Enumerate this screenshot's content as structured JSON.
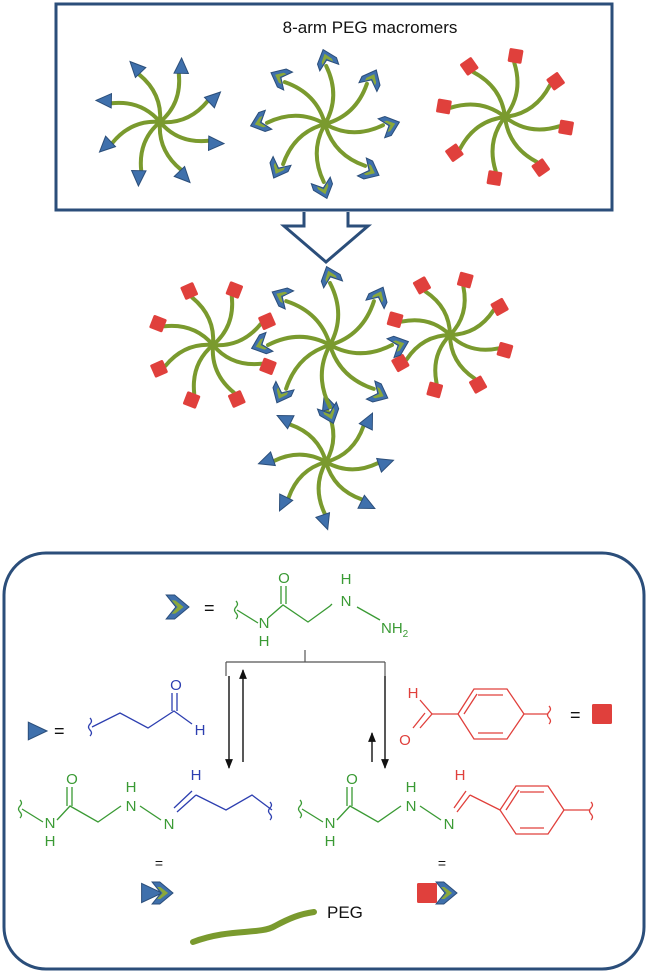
{
  "top_panel": {
    "title": "8-arm PEG macromers"
  },
  "legend": {
    "equals": "=",
    "double_bar": "=",
    "peg_label": "PEG",
    "hydrazide": {
      "O": "O",
      "N1": "N",
      "H1": "H",
      "NH_a": "H",
      "NH_b": "N",
      "NH2": "NH",
      "sub2": "2"
    },
    "aldehyde": {
      "O": "O",
      "H": "H"
    },
    "benzaldehyde": {
      "H": "H",
      "O": "O"
    },
    "product_aliphatic": {
      "O": "O",
      "N1": "N",
      "H1": "H",
      "H2": "H",
      "N2": "N",
      "N3": "N",
      "H3": "H"
    },
    "product_aromatic": {
      "O": "O",
      "N1": "N",
      "H1": "H",
      "H2": "H",
      "N2": "N",
      "N3": "N",
      "H3": "H"
    }
  },
  "colors": {
    "peg_arm": "#7a9a2e",
    "hydrazide": "#3a9a34",
    "aldehyde": "#2d3fb0",
    "benzaldehyde": "#e0403c",
    "arrowhead_blue": "#3f70ac",
    "chevron_inner": "#8aa83a",
    "frame": "#2b4e7a"
  },
  "icons": [
    "triangle-end-group-icon",
    "chevron-end-group-icon",
    "square-end-group-icon",
    "block-arrow-icon",
    "equilibrium-arrow-icon"
  ]
}
